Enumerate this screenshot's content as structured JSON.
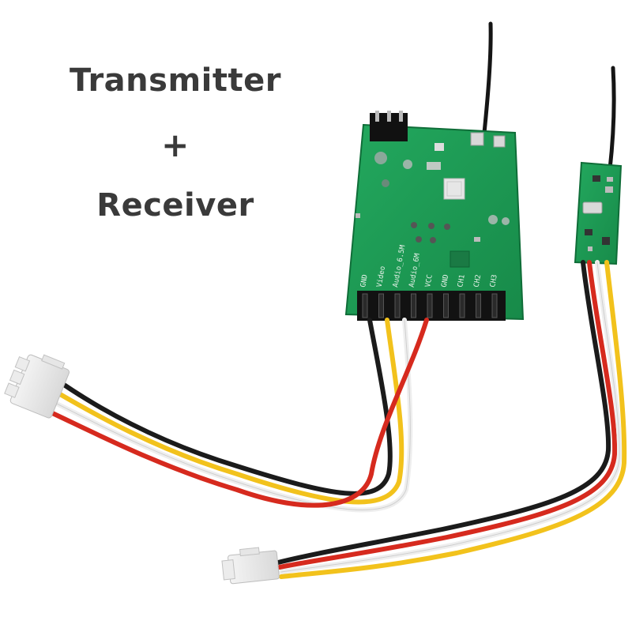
{
  "caption": {
    "line1": "Transmitter",
    "line2": "+",
    "line3": "Receiver"
  },
  "transmitter": {
    "pin_labels": [
      "GND",
      "Video",
      "Audio_6.5M",
      "Audio_6M",
      "VCC",
      "GND",
      "CH1",
      "CH2",
      "CH3"
    ]
  },
  "colors": {
    "pcb": "#1f9a55",
    "wire_black": "#1b1b1b",
    "wire_red": "#d62a1e",
    "wire_yellow": "#f2c21c",
    "wire_white": "#eeeeee",
    "caption_text": "#3a3a3a"
  }
}
